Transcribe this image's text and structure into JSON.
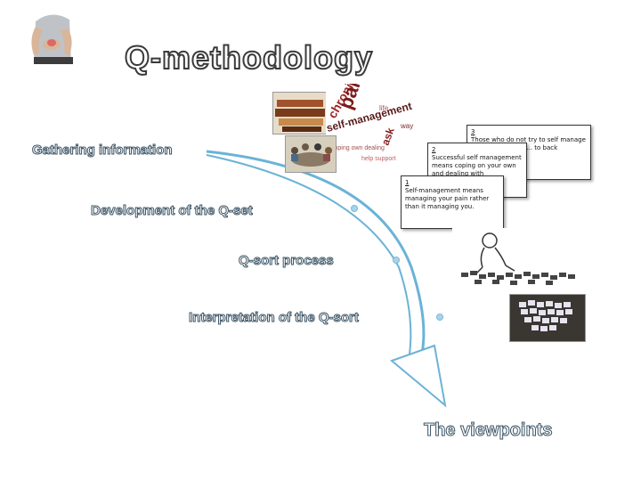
{
  "title": "Q-methodology",
  "stages": {
    "gathering": "Gathering information",
    "development": "Development of the Q-set",
    "qsort": "Q-sort process",
    "interpretation": "Interpretation of the Q-sort"
  },
  "outcome": "The viewpoints",
  "cards": {
    "card1": {
      "num": "1",
      "text": "Self-management means managing your pain rather than it managing you."
    },
    "card2": {
      "num": "2",
      "text": "Successful self management means coping on your own and dealing with"
    },
    "card3": {
      "num": "3",
      "text": "Those who do not try to self manage in a possible way ... to back"
    }
  },
  "word_cloud": [
    "pain",
    "self-management",
    "chronic",
    "life",
    "ask"
  ],
  "colors": {
    "arrow": "#6bb3d6",
    "stage_outline": "#3d5566"
  }
}
